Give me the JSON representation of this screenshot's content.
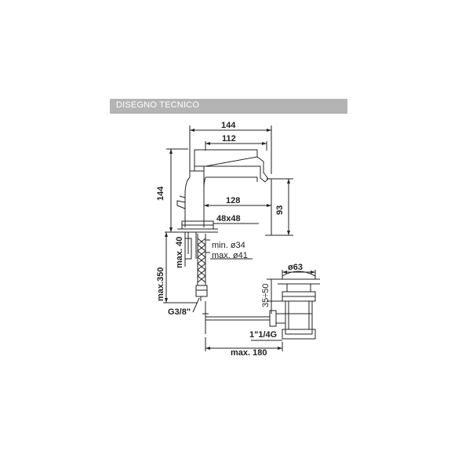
{
  "header": {
    "title": "DISEGNO TECNICO"
  },
  "dimensions": {
    "width_total": "144",
    "width_lever": "112",
    "height_total": "144",
    "spout_reach": "128",
    "base_size": "48x48",
    "spout_height": "93",
    "hole_min": "min. ø34",
    "hole_max": "max. ø41",
    "hose_length": "max.350",
    "deck_thickness": "max. 40",
    "thread_supply": "G3/8\"",
    "waste_diameter": "ø63",
    "waste_range": "35÷50",
    "waste_thread": "1\"1/4G",
    "rod_length": "max. 180"
  },
  "colors": {
    "header_bg": "#b4b4b4",
    "line": "#222222"
  }
}
